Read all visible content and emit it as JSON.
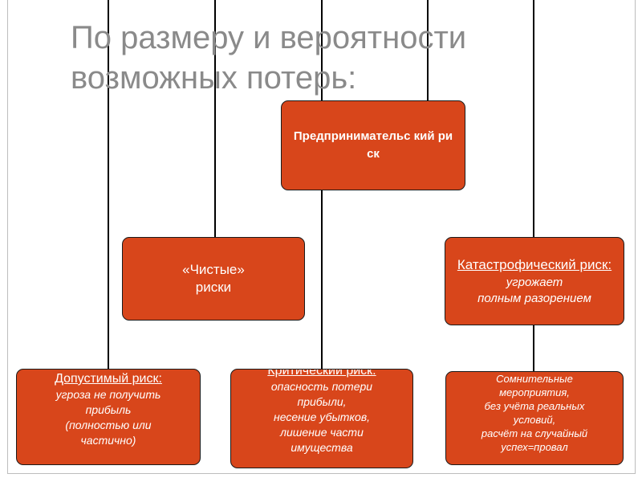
{
  "slide": {
    "title_line1": "По размеру и вероятности",
    "title_line2": "возможных потерь:"
  },
  "colors": {
    "box_fill": "#d8461b",
    "box_border": "#1a1a1a",
    "box_text": "#ffffff",
    "title": "#8a8a8a",
    "connector": "#000000"
  },
  "nodes": {
    "main": {
      "text": "Предпринимательс кий риск"
    },
    "pure": {
      "text": "«Чистые» риски"
    },
    "catastrophic": {
      "heading": "Катастрофический риск:",
      "line1": "угрожает",
      "line2": "полным разорением"
    },
    "acceptable": {
      "heading": "Допустимый риск:",
      "line1": "угроза не получить",
      "line2": "прибыль",
      "line3": "(полностью или",
      "line4": "частично)"
    },
    "critical": {
      "heading": "Критический риск:",
      "line1": "опасность потери",
      "line2": "прибыли,",
      "line3": "несение убытков,",
      "line4": "лишение части",
      "line5": "имущества"
    },
    "doubtful": {
      "line1": "Сомнительные",
      "line2": "мероприятия,",
      "line3": "без учёта реальных",
      "line4": "условий,",
      "line5": "расчёт на случайный",
      "line6": "успех=провал"
    }
  }
}
